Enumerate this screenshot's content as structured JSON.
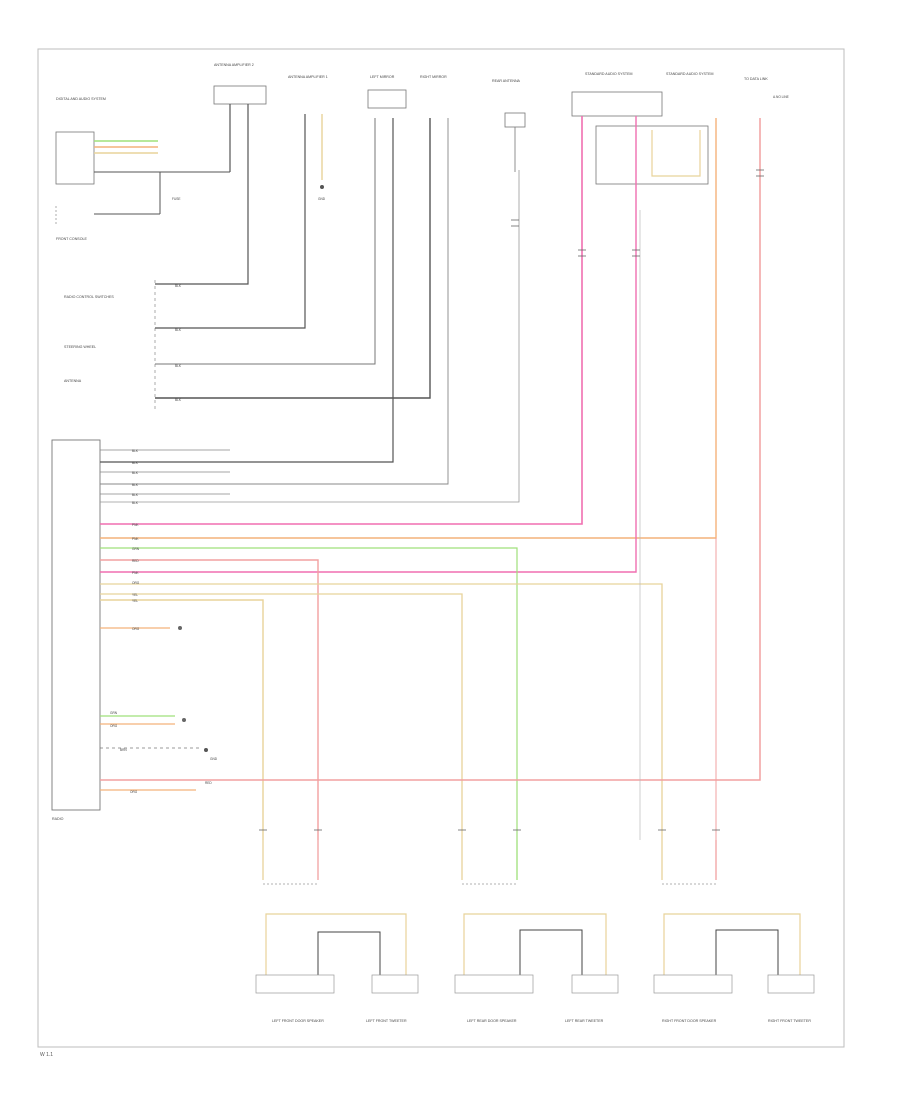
{
  "components": {
    "top": [
      "ANTENNA AMPLIFIER 2",
      "ANTENNA AMPLIFIER 1",
      "LEFT MIRROR",
      "RIGHT MIRROR",
      "REAR ANTENNA",
      "STANDARD AUDIO SYSTEM",
      "STANDARD AUDIO SYSTEM",
      "TO DATA LINK"
    ],
    "left": [
      "DIGITAL AND AUDIO SYSTEM",
      "FRONT CONSOLE",
      "RADIO CONTROL SWITCHES",
      "STEERING WHEEL",
      "ANTENNA",
      "RADIO"
    ],
    "bottom": [
      "LEFT FRONT DOOR SPEAKER",
      "LEFT FRONT TWEETER",
      "LEFT REAR DOOR SPEAKER",
      "LEFT REAR TWEETER",
      "RIGHT FRONT DOOR SPEAKER",
      "RIGHT FRONT TWEETER"
    ],
    "other": [
      "FUSE",
      "GND",
      "GND"
    ]
  },
  "wire_labels": {
    "radio_pins": [
      "BLK",
      "BLK",
      "BLK",
      "BLK",
      "BLK",
      "BLK",
      "PNK",
      "PNK",
      "GRN",
      "RED",
      "PNK",
      "ORG",
      "YEL",
      "YEL",
      "ORG"
    ],
    "bus": [
      "BLK",
      "BLK",
      "BLK",
      "BLK"
    ],
    "aux": [
      "GRN",
      "ORG",
      "BRN",
      "RED",
      "ORG"
    ]
  },
  "footer": {
    "code": "W 1.1"
  },
  "colors": {
    "black": "#555555",
    "grey": "#9a9a9a",
    "red": "#f2a0a0",
    "pink": "#f06fb0",
    "green": "#9fe07a",
    "orange": "#f4b27a",
    "tan": "#e8d39a"
  }
}
